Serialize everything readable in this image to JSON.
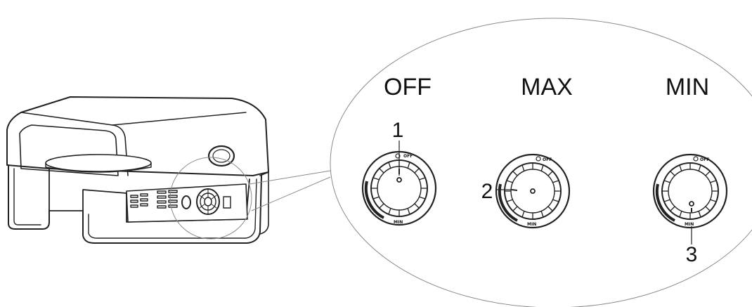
{
  "labels": {
    "off": "OFF",
    "max": "MAX",
    "min": "MIN"
  },
  "callouts": {
    "one": "1",
    "two": "2",
    "three": "3"
  },
  "dial_marks": {
    "off_mark": "OFF",
    "min_mark": "MIN"
  },
  "colors": {
    "line": "#222222",
    "thin_line": "#8a8a8a",
    "background": "#ffffff"
  }
}
